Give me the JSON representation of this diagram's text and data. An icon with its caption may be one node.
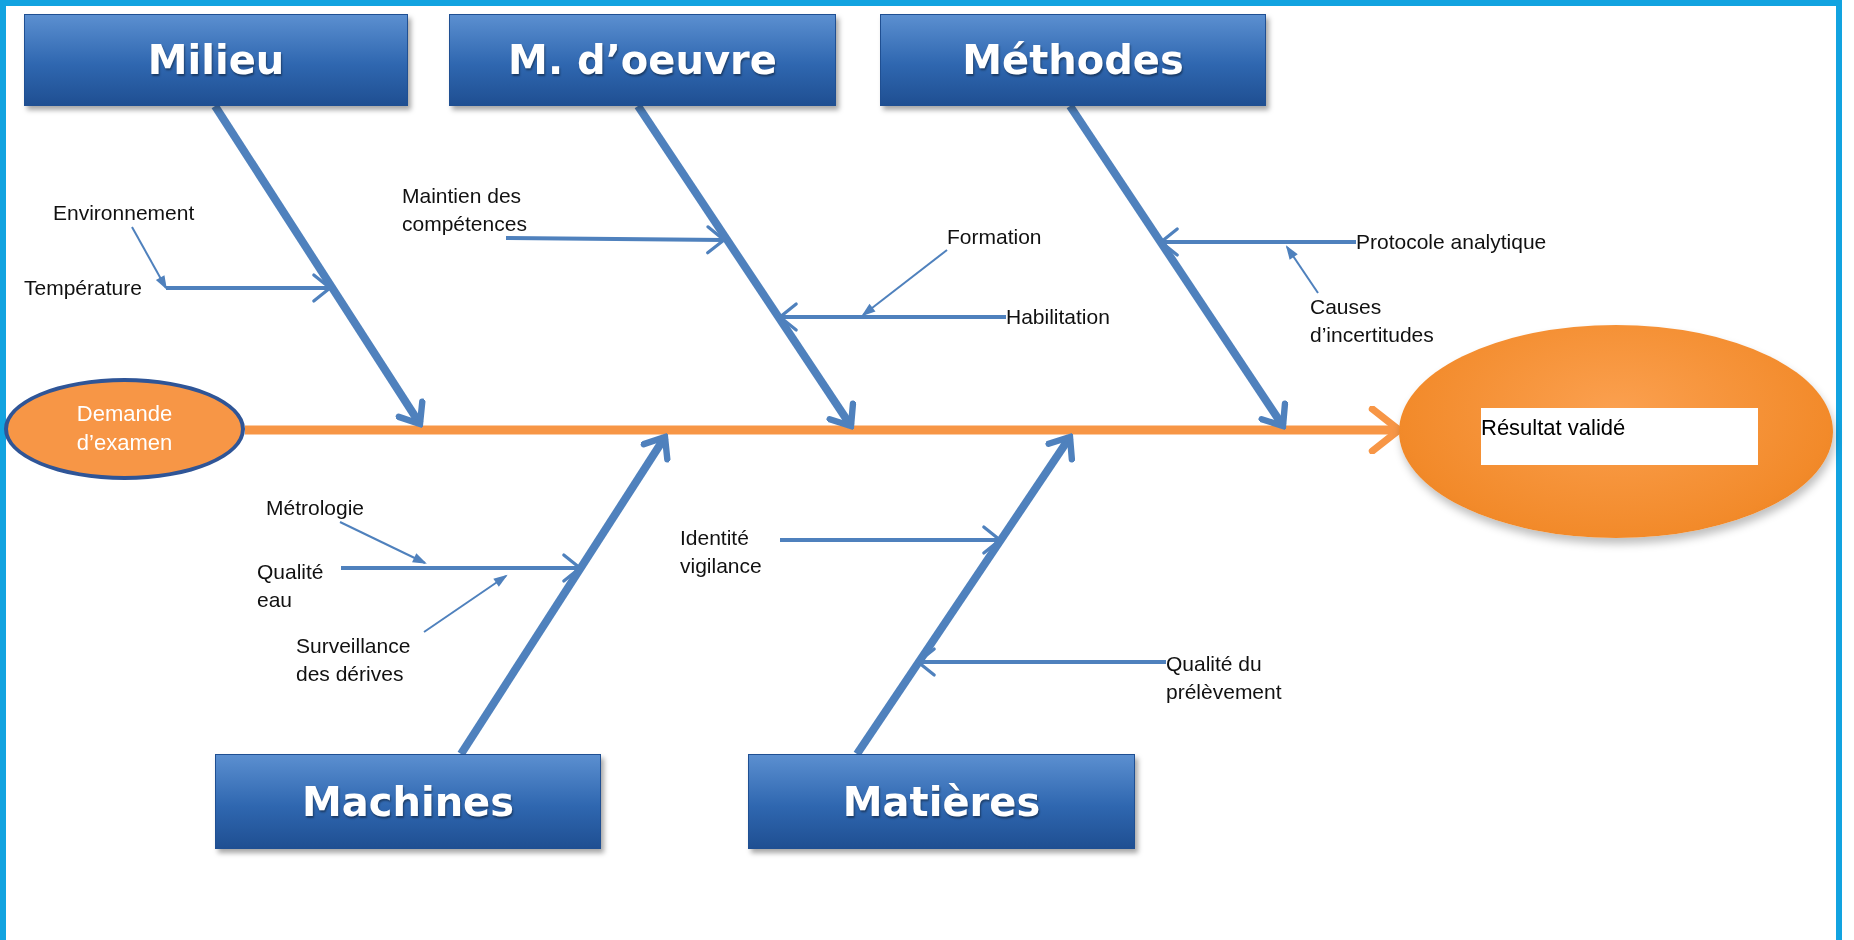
{
  "diagram": {
    "nodes": [
      {
        "text": [
          "Milieu"
        ]
      },
      {
        "text": [
          "M. d’oeuvre"
        ]
      },
      {
        "text": [
          "Méthodes"
        ]
      },
      {
        "text": [
          "Demande d’examen"
        ]
      },
      {
        "text": [
          "Résultat validé"
        ]
      },
      {
        "text": [
          "Machines"
        ]
      },
      {
        "text": [
          "Matières"
        ]
      },
      {
        "text": [
          "Environnement"
        ]
      },
      {
        "text": [
          "Température"
        ]
      },
      {
        "text": [
          "Maintien des compétences"
        ]
      },
      {
        "text": [
          "Formation"
        ]
      },
      {
        "text": [
          "Habilitation"
        ]
      },
      {
        "text": [
          "Protocole analytique"
        ]
      },
      {
        "text": [
          "Causes d’incertitudes"
        ]
      },
      {
        "text": [
          "Métrologie"
        ]
      },
      {
        "text": [
          "Qualité eau"
        ]
      },
      {
        "text": [
          "Surveillance des dérives"
        ]
      },
      {
        "text": [
          "Identité vigilance"
        ]
      },
      {
        "text": [
          "Qualité du prélèvement"
        ]
      }
    ],
    "edges": [
      {
        "from": 3,
        "to": 4,
        "arrow": "to",
        "style": "thick",
        "color": "#f79646"
      },
      {
        "from": 0,
        "to": null,
        "arrow": "to",
        "style": "thick"
      },
      {
        "from": 1,
        "to": null,
        "arrow": "to",
        "style": "thick"
      },
      {
        "from": 2,
        "to": null,
        "arrow": "to",
        "style": "thick"
      },
      {
        "from": 5,
        "to": null,
        "arrow": "to",
        "style": "thick"
      },
      {
        "from": 6,
        "to": null,
        "arrow": "to",
        "style": "thick"
      },
      {
        "from": 8,
        "to": null,
        "arrow": "to"
      },
      {
        "from": 7,
        "to": 8,
        "arrow": "to"
      },
      {
        "from": 9,
        "to": null,
        "arrow": "to"
      },
      {
        "from": 10,
        "to": null,
        "arrow": "to"
      },
      {
        "from": 11,
        "to": null,
        "arrow": "to"
      },
      {
        "from": 12,
        "to": null,
        "arrow": "to"
      },
      {
        "from": 13,
        "to": null,
        "arrow": "to"
      },
      {
        "from": 14,
        "to": null,
        "arrow": "to"
      },
      {
        "from": 15,
        "to": null,
        "arrow": "to"
      },
      {
        "from": 16,
        "to": null,
        "arrow": "to"
      },
      {
        "from": 17,
        "to": null,
        "arrow": "to"
      },
      {
        "from": 18,
        "to": null,
        "arrow": "to"
      }
    ]
  }
}
